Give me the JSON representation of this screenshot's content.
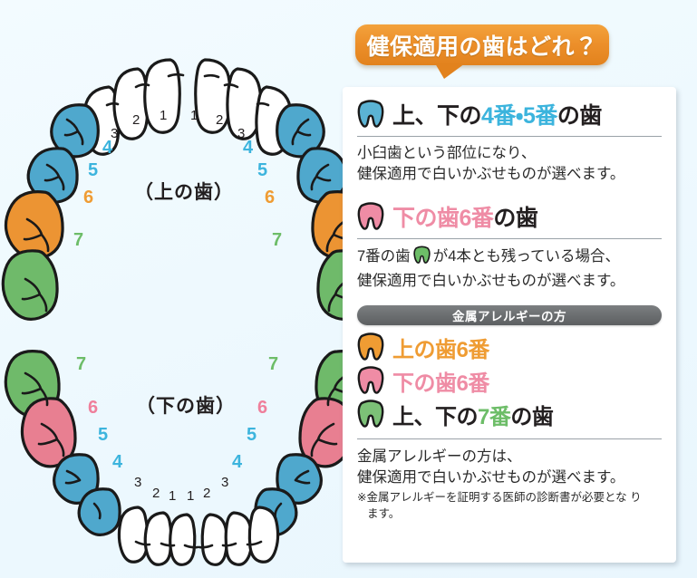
{
  "bubble": {
    "text": "健保適用の歯はどれ？",
    "color": "#ec8f2a"
  },
  "diagram": {
    "upper_caption": "（上の歯）",
    "lower_caption": "（下の歯）",
    "colors": {
      "white": "#ffffff",
      "blue": "#4fa8cd",
      "orange": "#ec9433",
      "green": "#6fba6a",
      "pink": "#e87f91",
      "outline": "#1a1a1a"
    },
    "upper_numbers": [
      "3",
      "2",
      "1",
      "1",
      "2",
      "3",
      "4",
      "5",
      "6",
      "7",
      "4",
      "5",
      "6",
      "7"
    ],
    "lower_numbers": [
      "3",
      "2",
      "1",
      "1",
      "2",
      "3",
      "4",
      "5",
      "6",
      "7",
      "4",
      "5",
      "6",
      "7"
    ],
    "upper_legend": [
      {
        "number": "1",
        "color": "white"
      },
      {
        "number": "2",
        "color": "white"
      },
      {
        "number": "3",
        "color": "white"
      },
      {
        "number": "4",
        "color": "blue"
      },
      {
        "number": "5",
        "color": "blue"
      },
      {
        "number": "6",
        "color": "orange"
      },
      {
        "number": "7",
        "color": "green"
      }
    ],
    "lower_legend": [
      {
        "number": "1",
        "color": "white"
      },
      {
        "number": "2",
        "color": "white"
      },
      {
        "number": "3",
        "color": "white"
      },
      {
        "number": "4",
        "color": "blue"
      },
      {
        "number": "5",
        "color": "blue"
      },
      {
        "number": "6",
        "color": "pink"
      },
      {
        "number": "7",
        "color": "green"
      }
    ]
  },
  "card": {
    "section1": {
      "tooth_color": "#5bb3d4",
      "heading_prefix": "上、下の",
      "heading_num1": "4番",
      "heading_mid": "・",
      "heading_num2": "5番",
      "heading_suffix": "の歯",
      "body_line1": "小臼歯という部位になり、",
      "body_line2": "健保適用で白いかぶせものが選べます。"
    },
    "section2": {
      "tooth_color": "#ef8ca5",
      "heading": "下の歯6番",
      "heading_suffix": "の歯",
      "body_pre": "7番の歯",
      "body_post": "が4本とも残っている場合、",
      "body_line2": "健保適用で白いかぶせものが選べます。",
      "inline_tooth_color": "#6dbd68"
    },
    "allergy": {
      "pill_label": "金属アレルギーの方",
      "items": [
        {
          "tooth_color": "#ef9c33",
          "label": "上の歯6番",
          "style": "orange"
        },
        {
          "tooth_color": "#ef8ca5",
          "label": "下の歯6番",
          "style": "pink"
        },
        {
          "tooth_color": "#7cc177",
          "label_pre": "上、下の",
          "label_num": "7番",
          "label_post": "の歯",
          "style": "dark"
        }
      ],
      "body_line1": "金属アレルギーの方は、",
      "body_line2": "健保適用で白いかぶせものが選べます。",
      "note_line1": "※金属アレルギーを証明する医師の診断書が必要とな り",
      "note_line2": "ます。"
    }
  }
}
